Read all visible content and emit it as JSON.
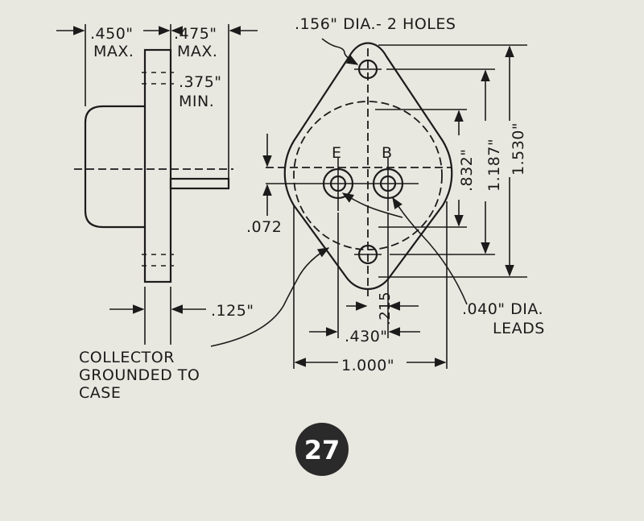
{
  "labels": {
    "dim_450": ".450\"",
    "max_left": "MAX.",
    "dim_475": ".475\"",
    "max_right": "MAX.",
    "dim_375": ".375\"",
    "min": "MIN.",
    "holes": ".156\" DIA.- 2 HOLES",
    "emitter": "E",
    "base": "B",
    "dim_832": ".832\"",
    "dim_1187": "1.187\"",
    "dim_1530": "1.530\"",
    "dim_072": ".072",
    "dim_125": ".125\"",
    "dim_215": ".215",
    "leads_dia": ".040\" DIA.",
    "leads": "LEADS",
    "dim_430": ".430\"",
    "dim_1000": "1.000\"",
    "collector_line1": "COLLECTOR",
    "collector_line2": "GROUNDED TO",
    "collector_line3": "CASE"
  },
  "page_badge": "27",
  "colors": {
    "paper": "#e9e8e0",
    "ink": "#1b1b1b",
    "badge": "#2a2a2a"
  }
}
